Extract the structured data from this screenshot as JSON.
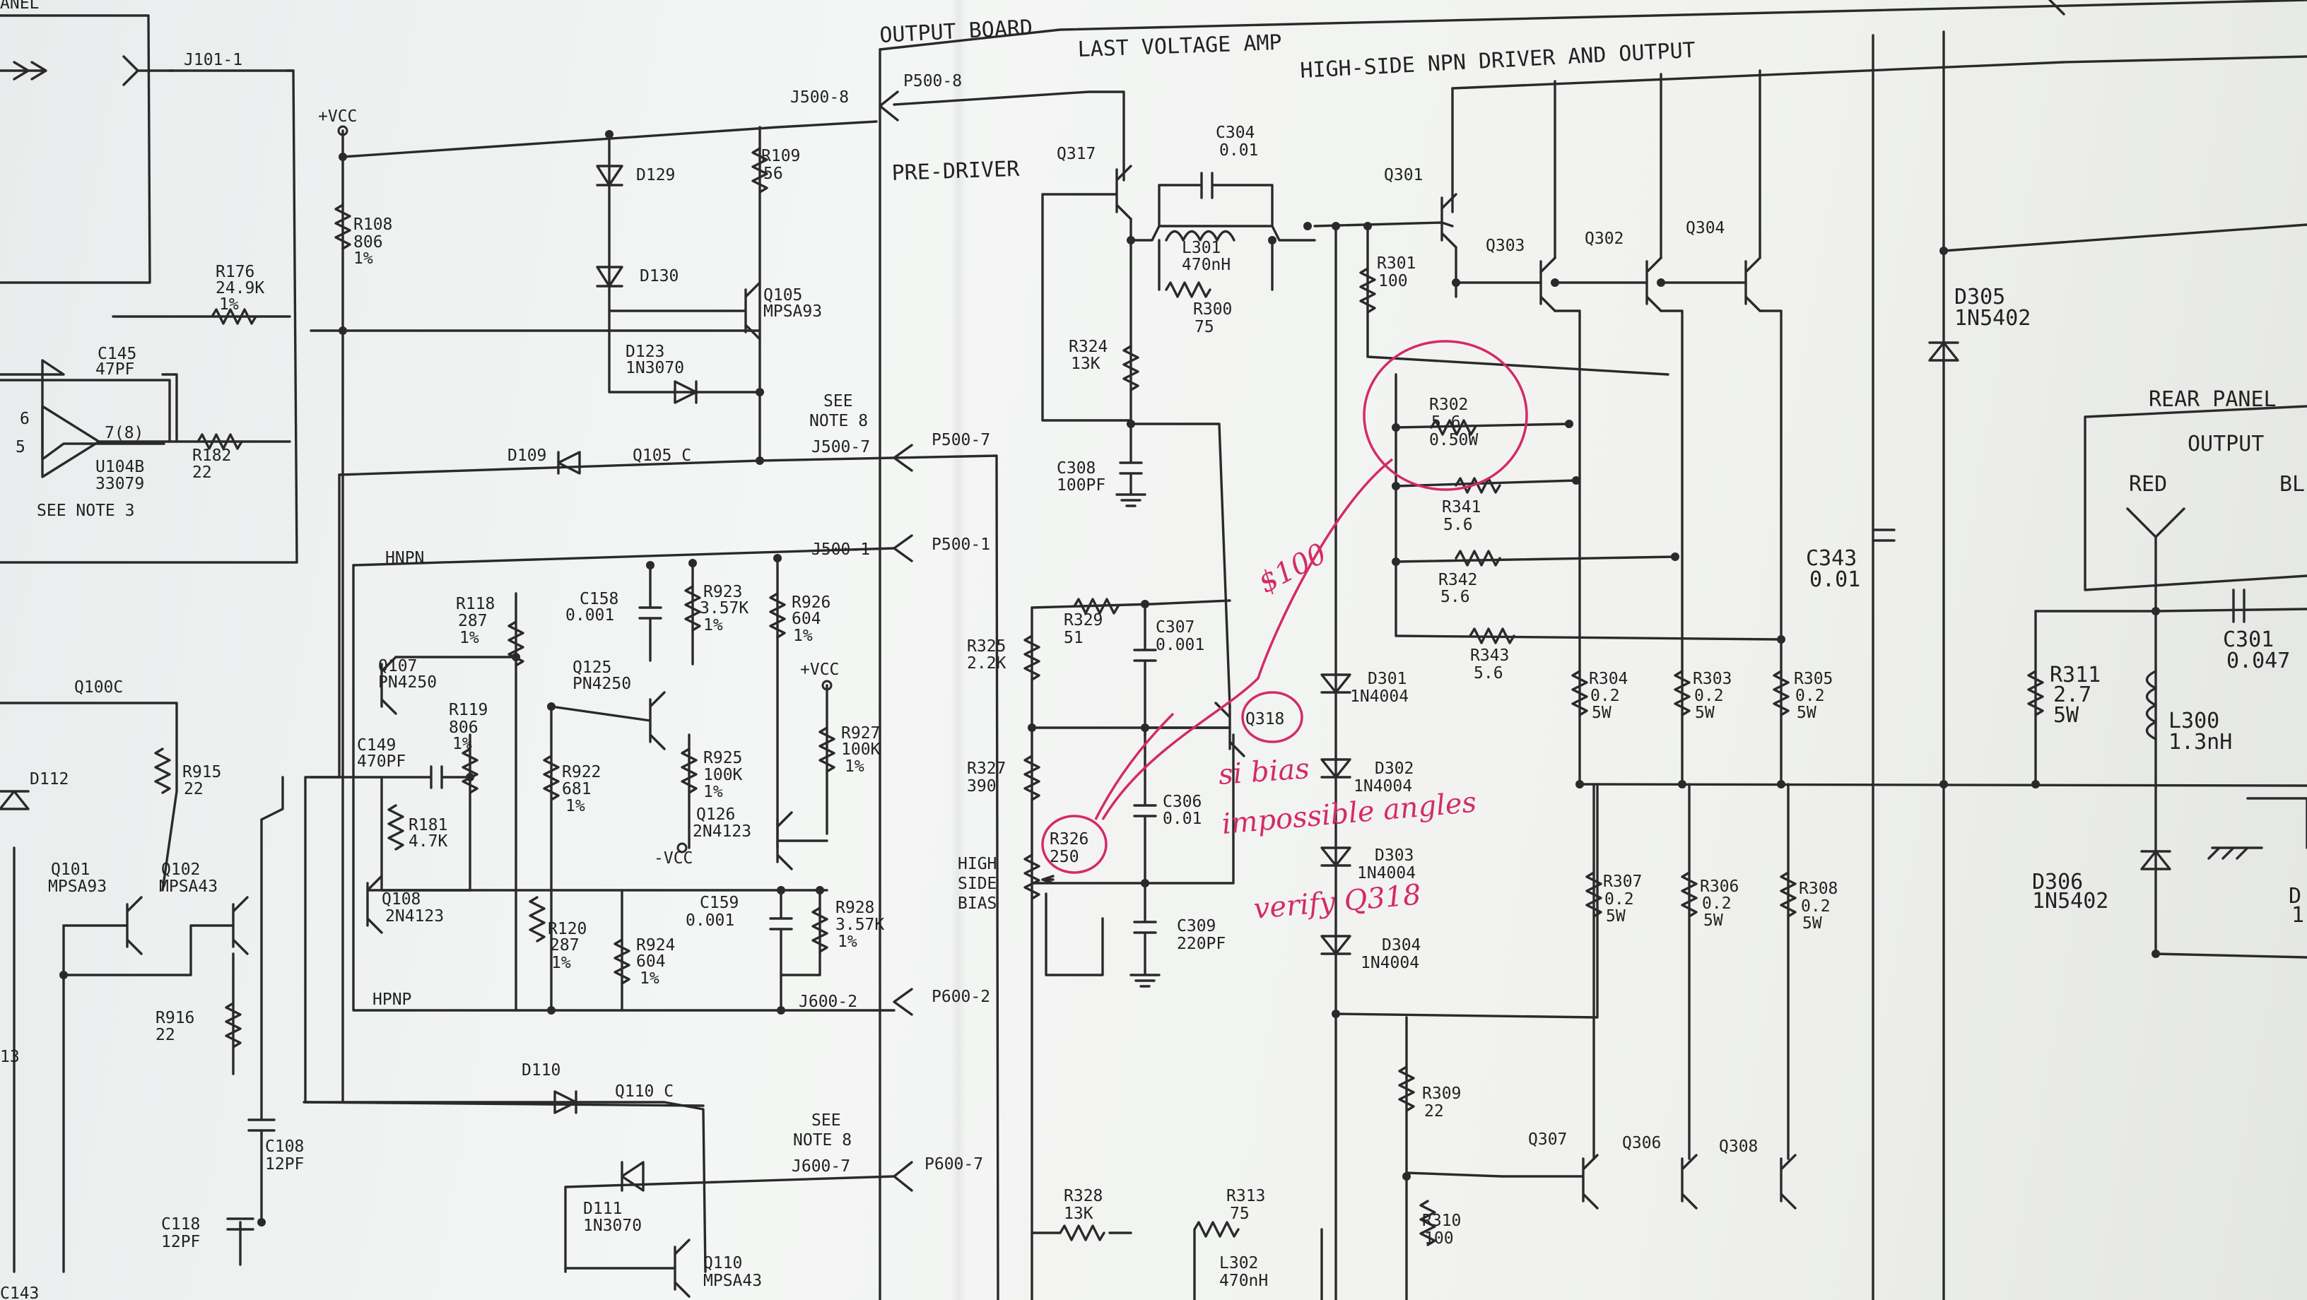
{
  "page_titles": {
    "last_voltage_amp": "LAST VOLTAGE AMP",
    "output_board": "OUTPUT BOARD",
    "high_side": "HIGH-SIDE NPN DRIVER AND OUTPUT",
    "pre_driver": "PRE-DRIVER",
    "rear_panel": "REAR PANEL",
    "output": "OUTPUT",
    "red": "RED",
    "b_partial": "BL",
    "panel_partial": "ANEL",
    "high_side_bias": [
      "HIGH",
      "SIDE",
      "BIAS"
    ]
  },
  "connectors": {
    "j101": "J101-1",
    "j500_8": "J500-8",
    "p500_8": "P500-8",
    "j500_7": "J500-7",
    "p500_7": "P500-7",
    "j500_1": "J500-1",
    "p500_1": "P500-1",
    "j600_2": "J600-2",
    "p600_2": "P600-2",
    "j600_7": "J600-7",
    "p600_7": "P600-7"
  },
  "notes": {
    "see_note_8": [
      "SEE",
      "NOTE 8"
    ],
    "see_note_3": "SEE NOTE 3",
    "vcc": "+VCC",
    "vcc2": "+VCC",
    "neg_vcc": "-VCC",
    "q105c": "Q105 C",
    "q110c": "Q110 C",
    "q100c": "Q100C",
    "hnpn": "HNPN",
    "hpnp": "HPNP",
    "u104b_out": "7(8)",
    "pin6": "6",
    "pin5": "5"
  },
  "components": {
    "r108": [
      "R108",
      "806",
      "1%"
    ],
    "r176": [
      "R176",
      "24.9K",
      "1%"
    ],
    "c145": [
      "C145",
      "47PF"
    ],
    "u104b": [
      "U104B",
      "33079"
    ],
    "r182": [
      "R182",
      "22"
    ],
    "d129": "D129",
    "d130": "D130",
    "d123": [
      "D123",
      "1N3070"
    ],
    "r109": [
      "R109",
      "56"
    ],
    "q105": [
      "Q105",
      "MPSA93"
    ],
    "d109": "D109",
    "r118": [
      "R118",
      "287",
      "1%"
    ],
    "c158": [
      "C158",
      "0.001"
    ],
    "r923": [
      "R923",
      "3.57K",
      "1%"
    ],
    "r926": [
      "R926",
      "604",
      "1%"
    ],
    "q107": [
      "Q107",
      "PN4250"
    ],
    "q125": [
      "Q125",
      "PN4250"
    ],
    "r119": [
      "R119",
      "806",
      "1%"
    ],
    "c149": [
      "C149",
      "470PF"
    ],
    "r922": [
      "R922",
      "681",
      "1%"
    ],
    "r925": [
      "R925",
      "100K",
      "1%"
    ],
    "r927": [
      "R927",
      "100K",
      "1%"
    ],
    "r181": [
      "R181",
      "4.7K"
    ],
    "q126": [
      "Q126",
      "2N4123"
    ],
    "q108": [
      "Q108",
      "2N4123"
    ],
    "r120": [
      "R120",
      "287",
      "1%"
    ],
    "r924": [
      "R924",
      "604",
      "1%"
    ],
    "c159": [
      "C159",
      "0.001"
    ],
    "r928": [
      "R928",
      "3.57K",
      "1%"
    ],
    "r915": [
      "R915",
      "22"
    ],
    "d112": "D112",
    "q101": [
      "Q101",
      "MPSA93"
    ],
    "q102": [
      "Q102",
      "MPSA43"
    ],
    "r916": [
      "R916",
      "22"
    ],
    "r913_partial": "13",
    "c108": [
      "C108",
      "12PF"
    ],
    "c118": [
      "C118",
      "12PF"
    ],
    "c143_partial": "C143",
    "d110": "D110",
    "d111": [
      "D111",
      "1N3070"
    ],
    "q110": [
      "Q110",
      "MPSA43"
    ],
    "q317": "Q317",
    "c304": [
      "C304",
      "0.01"
    ],
    "l301": [
      "L301",
      "470nH"
    ],
    "r300": [
      "R300",
      "75"
    ],
    "r324": [
      "R324",
      "13K"
    ],
    "c308": [
      "C308",
      "100PF"
    ],
    "r325": [
      "R325",
      "2.2K"
    ],
    "r329": [
      "R329",
      "51"
    ],
    "c307": [
      "C307",
      "0.001"
    ],
    "r327": [
      "R327",
      "390"
    ],
    "c306": [
      "C306",
      "0.01"
    ],
    "r326": [
      "R326",
      "250"
    ],
    "c309": [
      "C309",
      "220PF"
    ],
    "q318": "Q318",
    "r328": [
      "R328",
      "13K"
    ],
    "r313": [
      "R313",
      "75"
    ],
    "l302": [
      "L302",
      "470nH"
    ],
    "q301": "Q301",
    "q303": "Q303",
    "q302": "Q302",
    "q304": "Q304",
    "r301": [
      "R301",
      "100"
    ],
    "r302": [
      "R302",
      "5.6",
      "0.50W"
    ],
    "r341": [
      "R341",
      "5.6"
    ],
    "r342": [
      "R342",
      "5.6"
    ],
    "r343": [
      "R343",
      "5.6"
    ],
    "d301": [
      "D301",
      "1N4004"
    ],
    "d302": [
      "D302",
      "1N4004"
    ],
    "d303": [
      "D303",
      "1N4004"
    ],
    "d304": [
      "D304",
      "1N4004"
    ],
    "r304": [
      "R304",
      "0.2",
      "5W"
    ],
    "r303": [
      "R303",
      "0.2",
      "5W"
    ],
    "r305": [
      "R305",
      "0.2",
      "5W"
    ],
    "r307": [
      "R307",
      "0.2",
      "5W"
    ],
    "r306": [
      "R306",
      "0.2",
      "5W"
    ],
    "r308": [
      "R308",
      "0.2",
      "5W"
    ],
    "r309": [
      "R309",
      "22"
    ],
    "r310": [
      "R310",
      "100"
    ],
    "q307": "Q307",
    "q306": "Q306",
    "q308": "Q308",
    "d305": [
      "D305",
      "1N5402"
    ],
    "d306": [
      "D306",
      "1N5402"
    ],
    "c343": [
      "C343",
      "0.01"
    ],
    "r311": [
      "R311",
      "2.7",
      "5W"
    ],
    "c301": [
      "C301",
      "0.047"
    ],
    "l300": [
      "L300",
      "1.3nH"
    ],
    "d_partial": "D",
    "one_partial": "1"
  },
  "handwritten": {
    "note1": "$100",
    "note2": "si bias",
    "note3": "impossible angles",
    "note4": "verify Q318",
    "highlight_color": "#d42a6a"
  }
}
